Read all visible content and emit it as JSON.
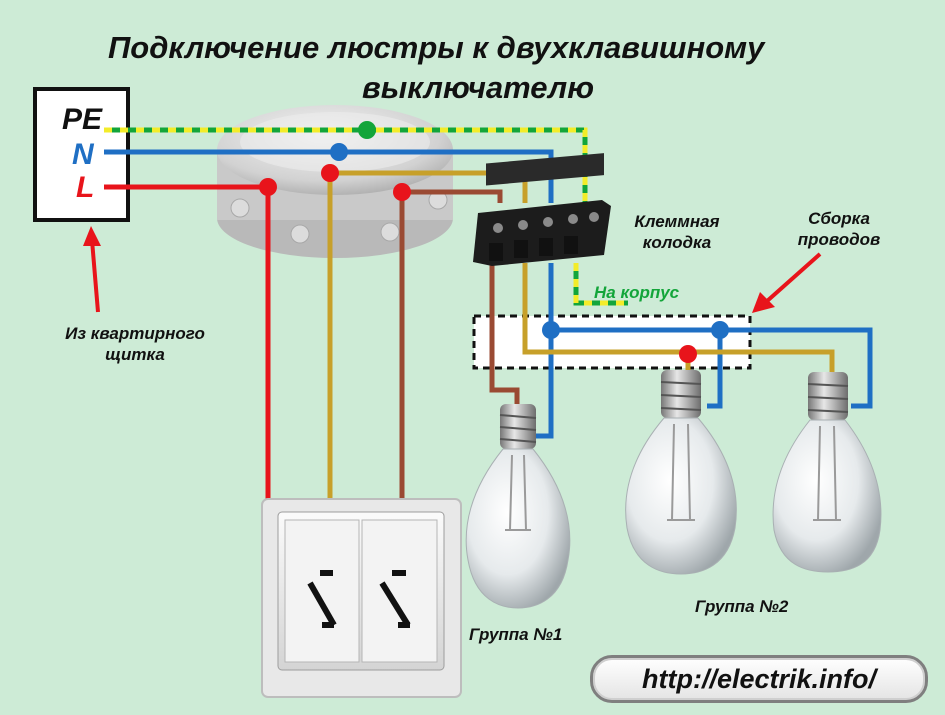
{
  "title": {
    "line1": "Подключение люстры к двухклавишному",
    "line2": "выключателю"
  },
  "panel": {
    "pe": "PE",
    "n": "N",
    "l": "L",
    "caption_line1": "Из квартирного",
    "caption_line2": "щитка"
  },
  "labels": {
    "terminal_block_line1": "Клеммная",
    "terminal_block_line2": "колодка",
    "wire_assembly_line1": "Сборка",
    "wire_assembly_line2": "проводов",
    "to_body": "На корпус",
    "group1": "Группа №1",
    "group2": "Группа №2"
  },
  "website": "http://electrik.info/",
  "colors": {
    "phase": "#e8141b",
    "neutral": "#1f6fc4",
    "ground_green": "#13a53a",
    "ground_yellow": "#f3ec2a",
    "switched_1": "#c7a02a",
    "switched_2": "#9a4a33",
    "to_body_text": "#13a53a",
    "n_text": "#1f6fc4",
    "l_text": "#e8141b"
  }
}
